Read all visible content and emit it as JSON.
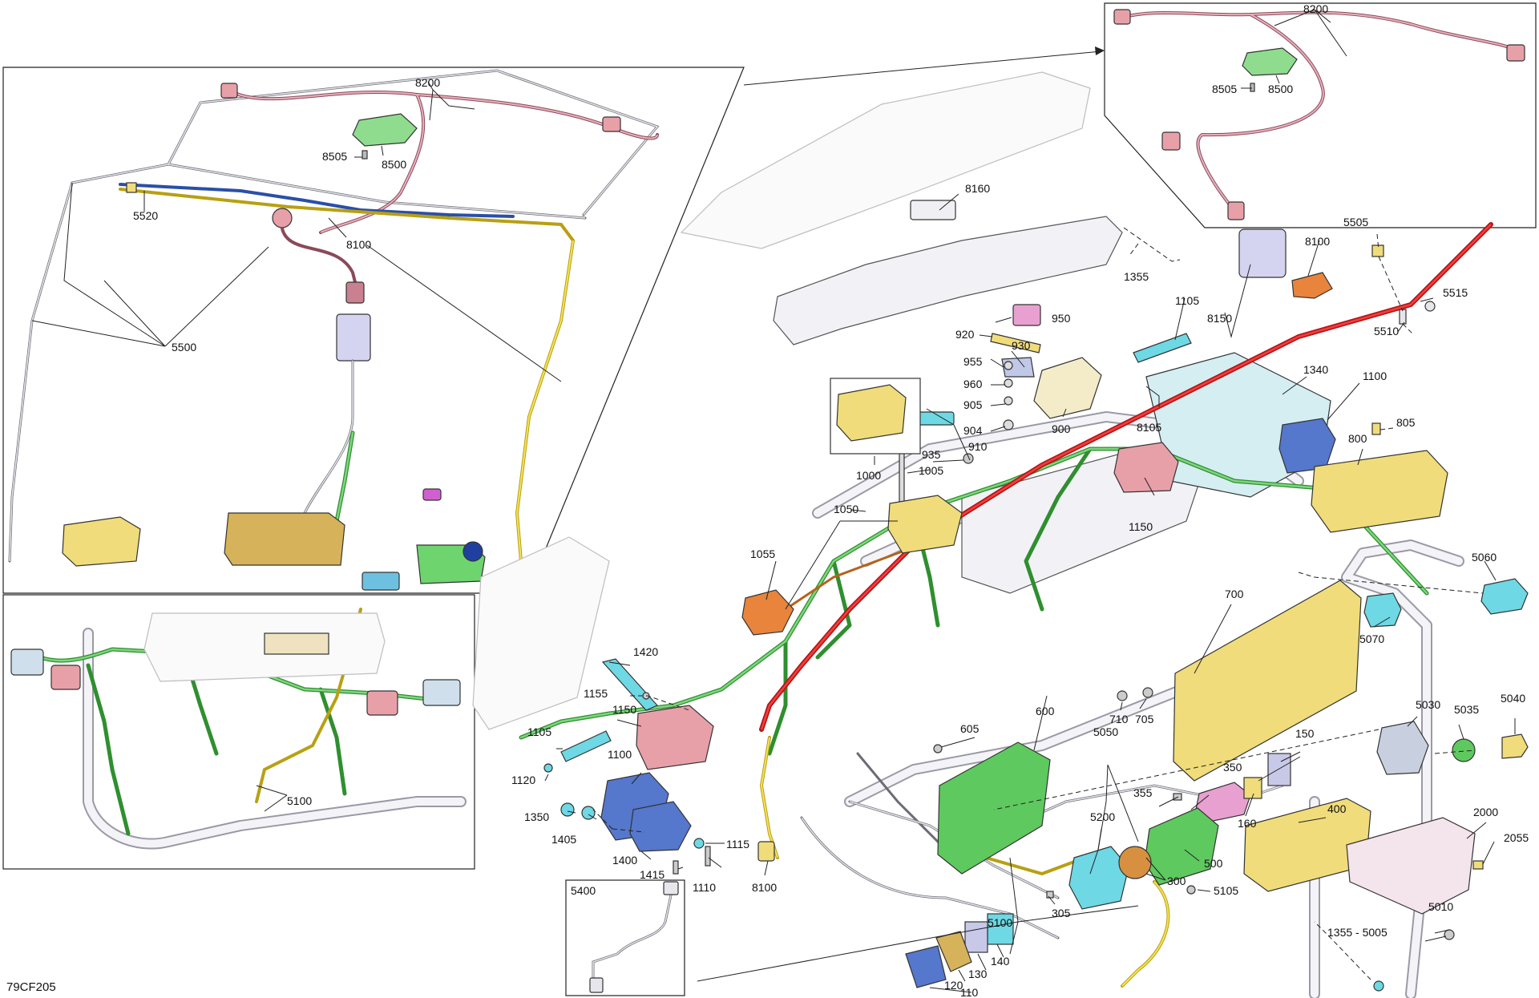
{
  "drawing_code": "79CF205",
  "colors": {
    "green": "#7fd67f",
    "red": "#e02020",
    "yellow": "#f0dc7a",
    "pink": "#e8a0a8",
    "blue": "#5577cc",
    "cyan": "#6ed8e4",
    "orange": "#e8843c",
    "lavender": "#d4d4f0"
  },
  "callouts": {
    "c8200_a": "8200",
    "c8505_a": "8505",
    "c8500_a": "8500",
    "c5520": "5520",
    "c8100_a": "8100",
    "c5500": "5500",
    "c8200_b": "8200",
    "c8505_b": "8505",
    "c8500_b": "8500",
    "c8160": "8160",
    "c1355_a": "1355",
    "c8100_b": "8100",
    "c5505": "5505",
    "c5515": "5515",
    "c5510": "5510",
    "c1105_a": "1105",
    "c8150": "8150",
    "c950": "950",
    "c920": "920",
    "c930": "930",
    "c955": "955",
    "c960": "960",
    "c905": "905",
    "c904": "904",
    "c900": "900",
    "c910": "910",
    "c935": "935",
    "c1005": "1005",
    "c1000": "1000",
    "c1340": "1340",
    "c1100_a": "1100",
    "c8105": "8105",
    "c805": "805",
    "c800": "800",
    "c1150_a": "1150",
    "c1050": "1050",
    "c1055": "1055",
    "c5060": "5060",
    "c700": "700",
    "c5070": "5070",
    "c1420": "1420",
    "c1155": "1155",
    "c1150_b": "1150",
    "c1105_b": "1105",
    "c1120": "1120",
    "c1100_b": "1100",
    "c1350": "1350",
    "c1405": "1405",
    "c1400": "1400",
    "c1415": "1415",
    "c1115": "1115",
    "c1110": "1110",
    "c8100_c": "8100",
    "c600": "600",
    "c605": "605",
    "c710": "710",
    "c705": "705",
    "c5050": "5050",
    "c150": "150",
    "c350": "350",
    "c355": "355",
    "c160": "160",
    "c400": "400",
    "c5030": "5030",
    "c5035": "5035",
    "c5040": "5040",
    "c2000": "2000",
    "c2055": "2055",
    "c5200": "5200",
    "c500": "500",
    "c300": "300",
    "c5105": "5105",
    "c305": "305",
    "c5100_a": "5100",
    "c5100_b": "5100",
    "c5400": "5400",
    "c5010": "5010",
    "c1355_5005": "1355 - 5005",
    "c140": "140",
    "c130": "130",
    "c120": "120",
    "c110": "110"
  }
}
